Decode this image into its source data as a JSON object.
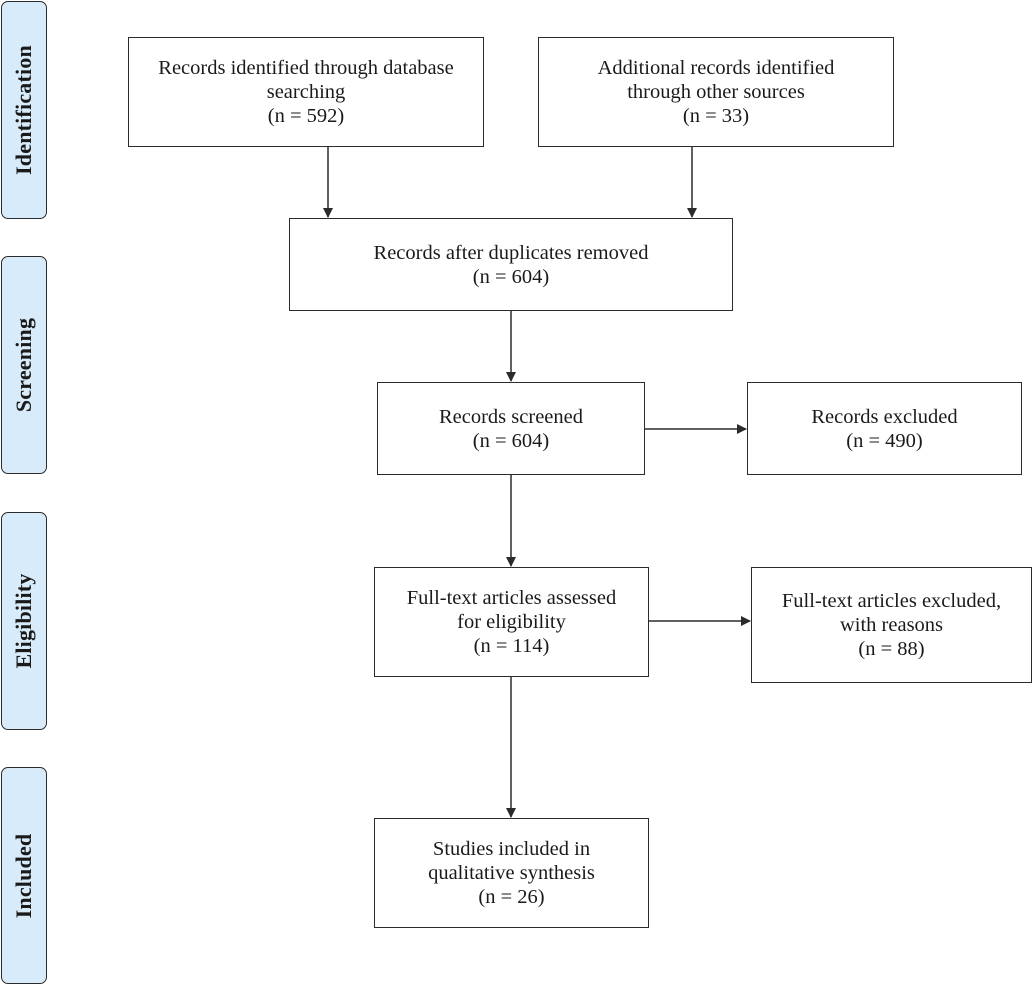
{
  "stages": [
    {
      "id": "identification",
      "label": "Identification"
    },
    {
      "id": "screening",
      "label": "Screening"
    },
    {
      "id": "eligibility",
      "label": "Eligibility"
    },
    {
      "id": "included",
      "label": "Included"
    }
  ],
  "boxes": {
    "database_records": {
      "lines": [
        "Records identified through database",
        "searching",
        "(n = 592)"
      ]
    },
    "other_records": {
      "lines": [
        "Additional records identified",
        "through other sources",
        "(n = 33)"
      ]
    },
    "after_duplicates": {
      "lines": [
        "Records after duplicates removed",
        "(n = 604)"
      ]
    },
    "screened": {
      "lines": [
        "Records screened",
        "(n = 604)"
      ]
    },
    "excluded": {
      "lines": [
        "Records excluded",
        "(n = 490)"
      ]
    },
    "fulltext_assessed": {
      "lines": [
        "Full-text articles assessed",
        "for eligibility",
        "(n = 114)"
      ]
    },
    "fulltext_excluded": {
      "lines": [
        "Full-text articles excluded,",
        "with reasons",
        "(n = 88)"
      ]
    },
    "included_studies": {
      "lines": [
        "Studies included in",
        "qualitative synthesis",
        "(n = 26)"
      ]
    }
  },
  "colors": {
    "stage_fill": "#d7ebfa",
    "stroke": "#2b2b2b"
  }
}
